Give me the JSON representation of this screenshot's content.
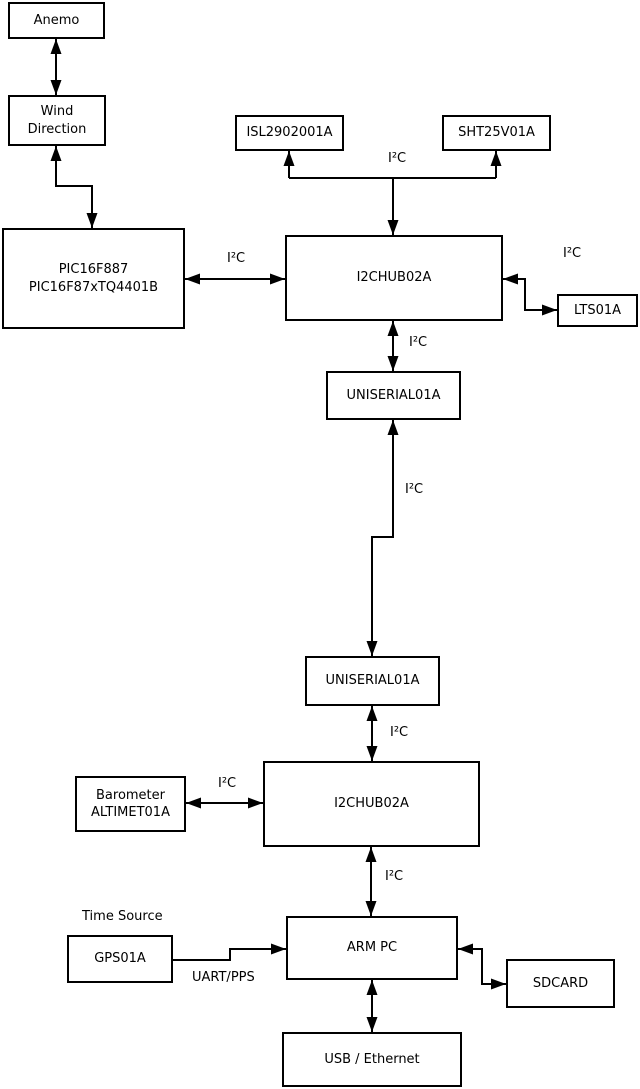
{
  "diagram": {
    "colors": {
      "background": "#ffffff",
      "box_fill": "#ffffff",
      "line": "#000000",
      "text": "#000000"
    },
    "nodes": {
      "anemo": {
        "label": "Anemo"
      },
      "wind": {
        "label": "Wind\nDirection"
      },
      "pic": {
        "label": "PIC16F887\nPIC16F87xTQ4401B"
      },
      "isl": {
        "label": "ISL2902001A"
      },
      "sht": {
        "label": "SHT25V01A"
      },
      "hub1": {
        "label": "I2CHUB02A"
      },
      "lts": {
        "label": "LTS01A"
      },
      "uniserial1": {
        "label": "UNISERIAL01A"
      },
      "uniserial2": {
        "label": "UNISERIAL01A"
      },
      "hub2": {
        "label": "I2CHUB02A"
      },
      "barometer": {
        "label": "Barometer\nALTIMET01A"
      },
      "gps": {
        "label": "GPS01A"
      },
      "armpc": {
        "label": "ARM PC"
      },
      "sdcard": {
        "label": "SDCARD"
      },
      "usbeth": {
        "label": "USB / Ethernet"
      }
    },
    "edge_labels": {
      "i2c_sensors_bus": "I²C",
      "i2c_pic_hub1": "I²C",
      "i2c_hub1_lts": "I²C",
      "i2c_hub1_uniserial1": "I²C",
      "i2c_uniserial_link": "I²C",
      "i2c_uniserial2_hub2": "I²C",
      "i2c_barometer_hub2": "I²C",
      "i2c_hub2_armpc": "I²C",
      "time_source": "Time Source",
      "uart_pps": "UART/PPS"
    }
  }
}
